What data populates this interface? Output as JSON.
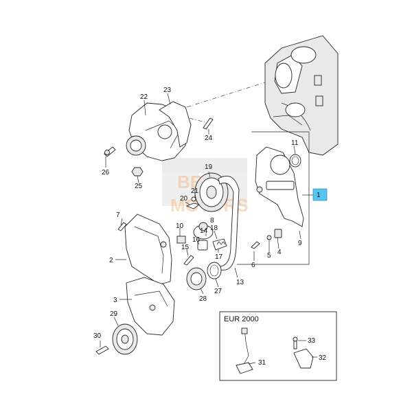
{
  "diagram": {
    "callouts": [
      {
        "id": "c1",
        "text": "1"
      },
      {
        "id": "c2",
        "text": "2"
      },
      {
        "id": "c3",
        "text": "3"
      },
      {
        "id": "c4",
        "text": "4"
      },
      {
        "id": "c5",
        "text": "5"
      },
      {
        "id": "c6",
        "text": "6"
      },
      {
        "id": "c7",
        "text": "7"
      },
      {
        "id": "c8",
        "text": "8"
      },
      {
        "id": "c9",
        "text": "9"
      },
      {
        "id": "c10",
        "text": "10"
      },
      {
        "id": "c11",
        "text": "11"
      },
      {
        "id": "c13",
        "text": "13"
      },
      {
        "id": "c14",
        "text": "14"
      },
      {
        "id": "c15",
        "text": "15"
      },
      {
        "id": "c16",
        "text": "16"
      },
      {
        "id": "c17",
        "text": "17"
      },
      {
        "id": "c18",
        "text": "18"
      },
      {
        "id": "c19",
        "text": "19"
      },
      {
        "id": "c20",
        "text": "20"
      },
      {
        "id": "c21",
        "text": "21"
      },
      {
        "id": "c22",
        "text": "22"
      },
      {
        "id": "c23",
        "text": "23"
      },
      {
        "id": "c24",
        "text": "24"
      },
      {
        "id": "c25",
        "text": "25"
      },
      {
        "id": "c26",
        "text": "26"
      },
      {
        "id": "c27",
        "text": "27"
      },
      {
        "id": "c28",
        "text": "28"
      },
      {
        "id": "c29",
        "text": "29"
      },
      {
        "id": "c30",
        "text": "30"
      },
      {
        "id": "c31",
        "text": "31"
      },
      {
        "id": "c32",
        "text": "32"
      },
      {
        "id": "c33",
        "text": "33"
      }
    ],
    "inset_title": "EUR 2000",
    "highlight_color": "#56c6ef",
    "watermark_lines": [
      "BEST",
      "MOTORS"
    ],
    "watermark_color": "#f3b27a"
  }
}
